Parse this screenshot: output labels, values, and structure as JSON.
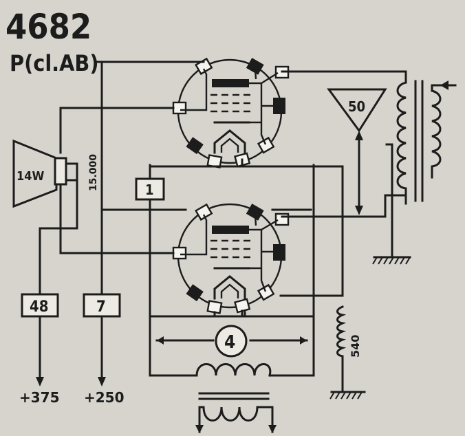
{
  "title": "4682",
  "subtitle": "P(cl.AB)",
  "speaker_label": "14W",
  "resistor_15000": "15.000",
  "resistor_540": "540",
  "capacitor_50": "50",
  "box_48": "48",
  "box_7": "7",
  "box_1": "1",
  "capacitor_4": "4",
  "supply_375": "+375",
  "supply_250": "+250"
}
